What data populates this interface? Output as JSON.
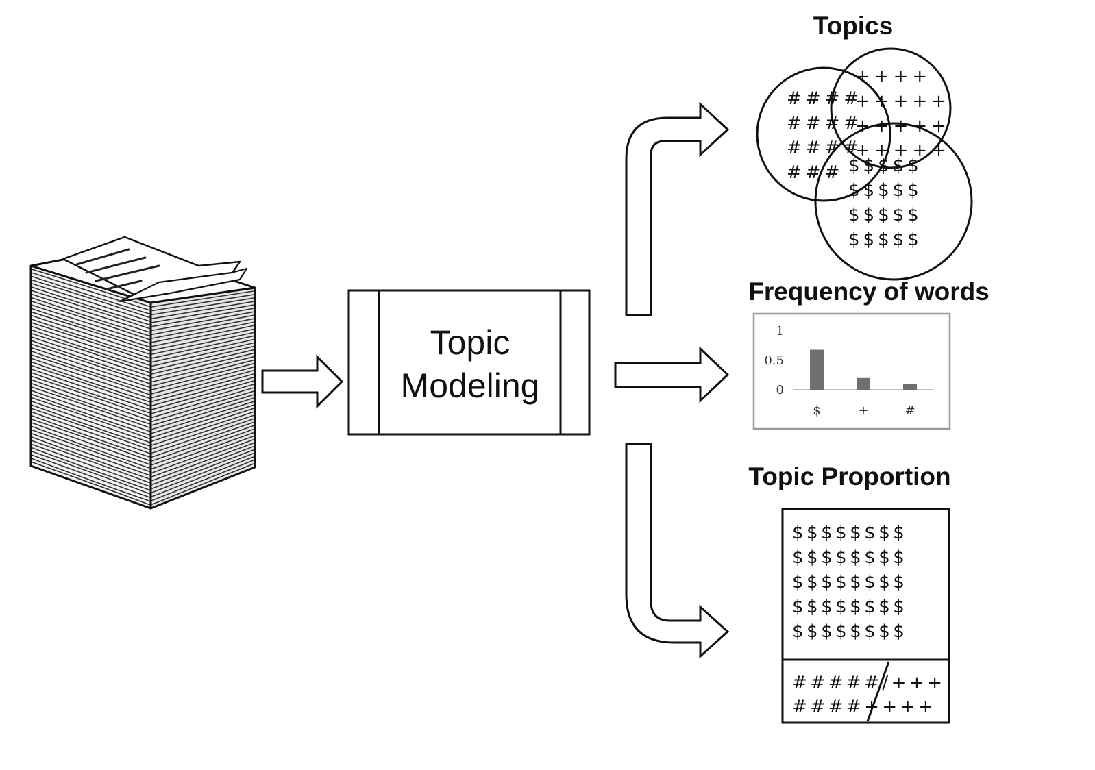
{
  "colors": {
    "ink": "#111111",
    "bar": "#6f6f6f",
    "axis": "#bdbdbd",
    "chart_border": "#9a9a9a"
  },
  "document_stack": {
    "icon": "stack-of-documents-icon"
  },
  "process": {
    "label_line1": "Topic",
    "label_line2": "Modeling"
  },
  "outputs": {
    "topics": {
      "title": "Topics",
      "circles": [
        {
          "symbol": "#",
          "rows": [
            "####",
            "####",
            "####",
            "###"
          ]
        },
        {
          "symbol": "+",
          "rows": [
            "++++",
            "+++++",
            "+++++",
            "+++++"
          ]
        },
        {
          "symbol": "$",
          "rows": [
            "$$$$$",
            "$$$$$",
            "$$$$$",
            "$$$$$"
          ]
        }
      ]
    },
    "frequency": {
      "title": "Frequency of words"
    },
    "proportion": {
      "title": "Topic Proportion",
      "dollar_rows": [
        "$$$$$$$$",
        "$$$$$$$$",
        "$$$$$$$$",
        "$$$$$$$$",
        "$$$$$$$$"
      ],
      "mixed_rows": [
        "#####/+++",
        "####++++"
      ]
    }
  },
  "chart_data": {
    "type": "bar",
    "categories": [
      "$",
      "+",
      "#"
    ],
    "values": [
      0.68,
      0.2,
      0.1
    ],
    "ylim": [
      0,
      1
    ],
    "yticks": [
      "1",
      "0.5",
      "0"
    ],
    "grid": false
  }
}
